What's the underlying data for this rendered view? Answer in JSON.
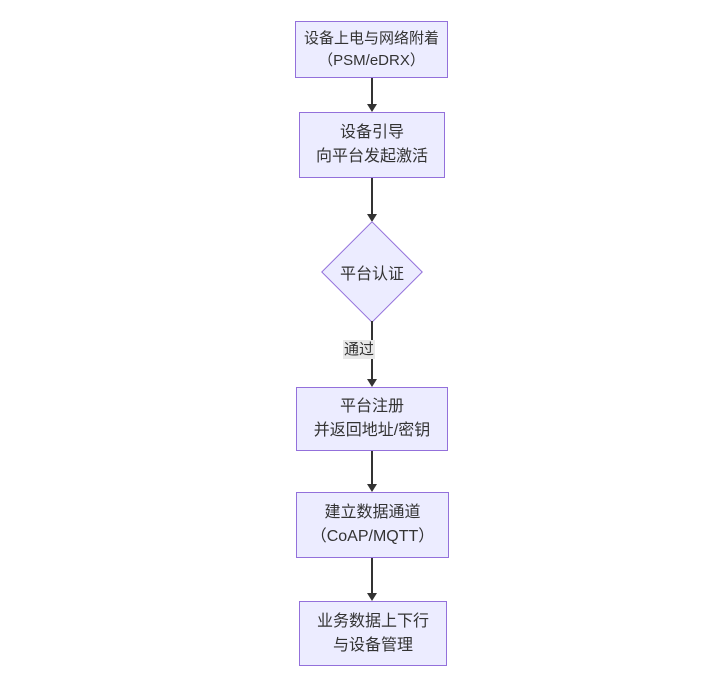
{
  "diagram": {
    "type": "flowchart",
    "direction": "top-down",
    "colors": {
      "background": "#ffffff",
      "node_fill": "#ECECFF",
      "node_border": "#9370DB",
      "edge_line": "#333333",
      "text": "#333333",
      "edge_label_bg": "#e8e8e8"
    },
    "nodes": [
      {
        "id": "power-attach",
        "shape": "rect",
        "lines": [
          "设备上电与网络附着",
          "（PSM/eDRX）"
        ]
      },
      {
        "id": "bootstrap",
        "shape": "rect",
        "lines": [
          "设备引导",
          "向平台发起激活"
        ]
      },
      {
        "id": "platform-auth",
        "shape": "diamond",
        "lines": [
          "平台认证"
        ]
      },
      {
        "id": "register",
        "shape": "rect",
        "lines": [
          "平台注册",
          "并返回地址/密钥"
        ]
      },
      {
        "id": "data-channel",
        "shape": "rect",
        "lines": [
          "建立数据通道",
          "（CoAP/MQTT）"
        ]
      },
      {
        "id": "business-data",
        "shape": "rect",
        "lines": [
          "业务数据上下行",
          "与设备管理"
        ]
      }
    ],
    "edges": [
      {
        "from": "power-attach",
        "to": "bootstrap",
        "label": ""
      },
      {
        "from": "bootstrap",
        "to": "platform-auth",
        "label": ""
      },
      {
        "from": "platform-auth",
        "to": "register",
        "label": "通过"
      },
      {
        "from": "register",
        "to": "data-channel",
        "label": ""
      },
      {
        "from": "data-channel",
        "to": "business-data",
        "label": ""
      }
    ]
  }
}
